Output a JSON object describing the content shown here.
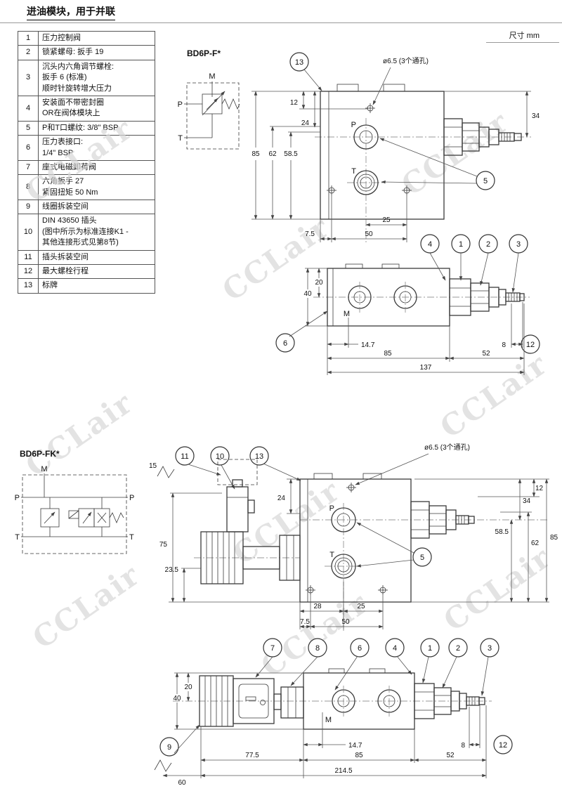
{
  "header": {
    "title": "进油模块，用于并联",
    "units": "尺寸 mm"
  },
  "watermark": {
    "text": "CCLair"
  },
  "legend": {
    "rows": [
      {
        "num": "1",
        "text": "压力控制阀"
      },
      {
        "num": "2",
        "text": "锁紧螺母: 扳手 19"
      },
      {
        "num": "3",
        "text": "沉头内六角调节螺栓:\n扳手 6 (标准)\n顺时针旋转增大压力"
      },
      {
        "num": "4",
        "text": "安装面不带密封圈\nOR在阀体模块上"
      },
      {
        "num": "5",
        "text": "P和T口螺纹: 3/8\" BSP"
      },
      {
        "num": "6",
        "text": "压力表接口:\n1/4\" BSP"
      },
      {
        "num": "7",
        "text": "座式电磁卸荷阀"
      },
      {
        "num": "8",
        "text": "六角扳手 27\n紧固扭矩 50 Nm"
      },
      {
        "num": "9",
        "text": "线圈拆装空间"
      },
      {
        "num": "10",
        "text": "DIN 43650 插头\n(图中所示为标准连接K1 -\n其他连接形式见第8节)"
      },
      {
        "num": "11",
        "text": "插头拆装空间"
      },
      {
        "num": "12",
        "text": "最大螺栓行程"
      },
      {
        "num": "13",
        "text": "标牌"
      }
    ]
  },
  "d1": {
    "model": "BD6P-F*",
    "hole_note": "ø6.5 (3个通孔)",
    "sym": {
      "m": "M",
      "p": "P",
      "t": "T"
    },
    "view1": {
      "p": "P",
      "t": "T"
    },
    "view2": {
      "m": "M"
    },
    "dims": {
      "v12": "12",
      "v24": "24",
      "v34": "34",
      "v85": "85",
      "v62": "62",
      "v585": "58.5",
      "b25": "25",
      "b75": "7.5",
      "b50": "50",
      "h40": "40",
      "h20": "20",
      "b147": "14.7",
      "b8": "8",
      "b85": "85",
      "b52": "52",
      "b137": "137"
    },
    "co": {
      "c1": "1",
      "c2": "2",
      "c3": "3",
      "c4": "4",
      "c5": "5",
      "c6": "6",
      "c12": "12",
      "c13": "13"
    }
  },
  "d2": {
    "model": "BD6P-FK*",
    "hole_note": "ø6.5 (3个通孔)",
    "sym": {
      "m": "M",
      "pl": "P",
      "pr": "P",
      "tl": "T",
      "tr": "T"
    },
    "view1": {
      "p": "P",
      "t": "T"
    },
    "view2": {
      "m": "M"
    },
    "dims": {
      "v15": "15",
      "v75": "75",
      "v235": "23.5",
      "v24": "24",
      "b28": "28",
      "b25": "25",
      "b75": "7.5",
      "b50": "50",
      "r12": "12",
      "r34": "34",
      "r585": "58.5",
      "r62": "62",
      "r85": "85",
      "h20": "20",
      "h40": "40",
      "b147": "14.7",
      "b8": "8",
      "b775": "77.5",
      "b85": "85",
      "b52": "52",
      "b60": "60",
      "b2145": "214.5"
    },
    "co": {
      "c1": "1",
      "c2": "2",
      "c3": "3",
      "c4": "4",
      "c5": "5",
      "c6": "6",
      "c7": "7",
      "c8": "8",
      "c9": "9",
      "c10": "10",
      "c11": "11",
      "c12": "12",
      "c13": "13"
    }
  }
}
